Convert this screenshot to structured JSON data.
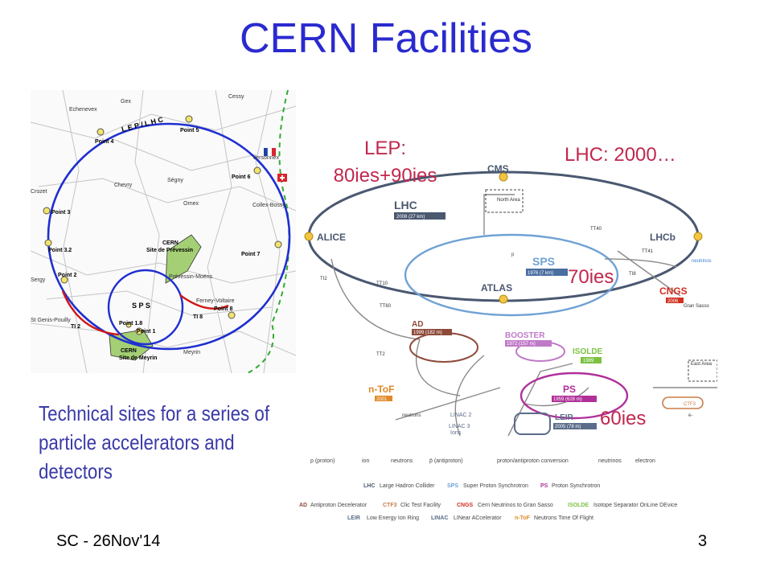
{
  "slide": {
    "title": "CERN Facilities",
    "description": "Technical sites for a series of particle accelerators and detectors",
    "footer_left": "SC - 26Nov'14",
    "page_number": "3",
    "era_labels": {
      "lep": "LEP:\n80ies+90ies",
      "lhc": "LHC: 2000…",
      "sps": "70ies",
      "ps": "60ies"
    },
    "colors": {
      "title": "#2a2ad0",
      "era": "#c0284d",
      "ring": "#1f2fd0",
      "transfer": "#d01818"
    }
  },
  "map": {
    "ring_label": "L E P / L H C",
    "sps_label": "S P S",
    "towns": [
      "Echenevex",
      "Cessy",
      "Versonnex",
      "Chevry",
      "Ségny",
      "Ornex",
      "Collex-Bossy",
      "Crozet",
      "Sergy",
      "Prévessin-Moëns",
      "Ferney-Voltaire",
      "St Genis-Pouilly",
      "Meyrin",
      "Gex"
    ],
    "points": [
      "Point 1",
      "Point 1.8",
      "Point 2",
      "Point 3",
      "Point 3.2",
      "Point 4",
      "Point 5",
      "Point 6",
      "Point 7",
      "Point 8"
    ],
    "transfer_lines": [
      "TI 2",
      "TI 8"
    ],
    "site_prevessin": [
      "CERN",
      "Site de Prévessin"
    ],
    "site_meyrin": [
      "CERN",
      "Site de Meyrin"
    ]
  },
  "complex": {
    "experiments": [
      "CMS",
      "ALICE",
      "LHCb",
      "ATLAS"
    ],
    "lhc_box": [
      "LHC",
      "2008 (27 km)"
    ],
    "sps_box": [
      "SPS",
      "1976 (7 km)"
    ],
    "ps_box": [
      "PS",
      "1959 (628 m)"
    ],
    "booster_box": [
      "BOOSTER",
      "1972 (157 m)"
    ],
    "ad_box": [
      "AD",
      "1999 (182 m)"
    ],
    "isolde_box": [
      "ISOLDE",
      "1989"
    ],
    "leir_box": [
      "LEIR",
      "2005 (78 m)"
    ],
    "cngs_box": [
      "CNGS",
      "2006"
    ],
    "ntof_box": [
      "n-ToF",
      "2001"
    ],
    "ctf3": "CTF3",
    "lines": [
      "TT40",
      "TT41",
      "TI8",
      "TI2",
      "TT10",
      "TT60",
      "TT2"
    ],
    "areas": [
      "North Area",
      "East Area",
      "Gran Sasso"
    ],
    "linacs": [
      "LINAC 2",
      "LINAC 3",
      "Ions"
    ],
    "particles": [
      "p",
      "neutrinos",
      "neutrons",
      "e-"
    ],
    "legend_particles": [
      "p (proton)",
      "ion",
      "neutrons",
      "p̄ (antiproton)",
      "proton/antiproton conversion",
      "neutrinos",
      "electron"
    ],
    "legend_row1": [
      {
        "abbr": "LHC",
        "full": "Large Hadron Collider"
      },
      {
        "abbr": "SPS",
        "full": "Super Proton Synchrotron"
      },
      {
        "abbr": "PS",
        "full": "Proton Synchrotron"
      }
    ],
    "legend_row2": [
      {
        "abbr": "AD",
        "full": "Antiproton Decelerator"
      },
      {
        "abbr": "CTF3",
        "full": "Clic Test Facility"
      },
      {
        "abbr": "CNGS",
        "full": "Cern Neutrinos to Gran Sasso"
      },
      {
        "abbr": "ISOLDE",
        "full": "Isotope Separator OnLine DEvice"
      }
    ],
    "legend_row3": [
      {
        "abbr": "LEIR",
        "full": "Low Energy Ion Ring"
      },
      {
        "abbr": "LINAC",
        "full": "LINear ACcelerator"
      },
      {
        "abbr": "n-ToF",
        "full": "Neutrons Time Of Flight"
      }
    ]
  }
}
